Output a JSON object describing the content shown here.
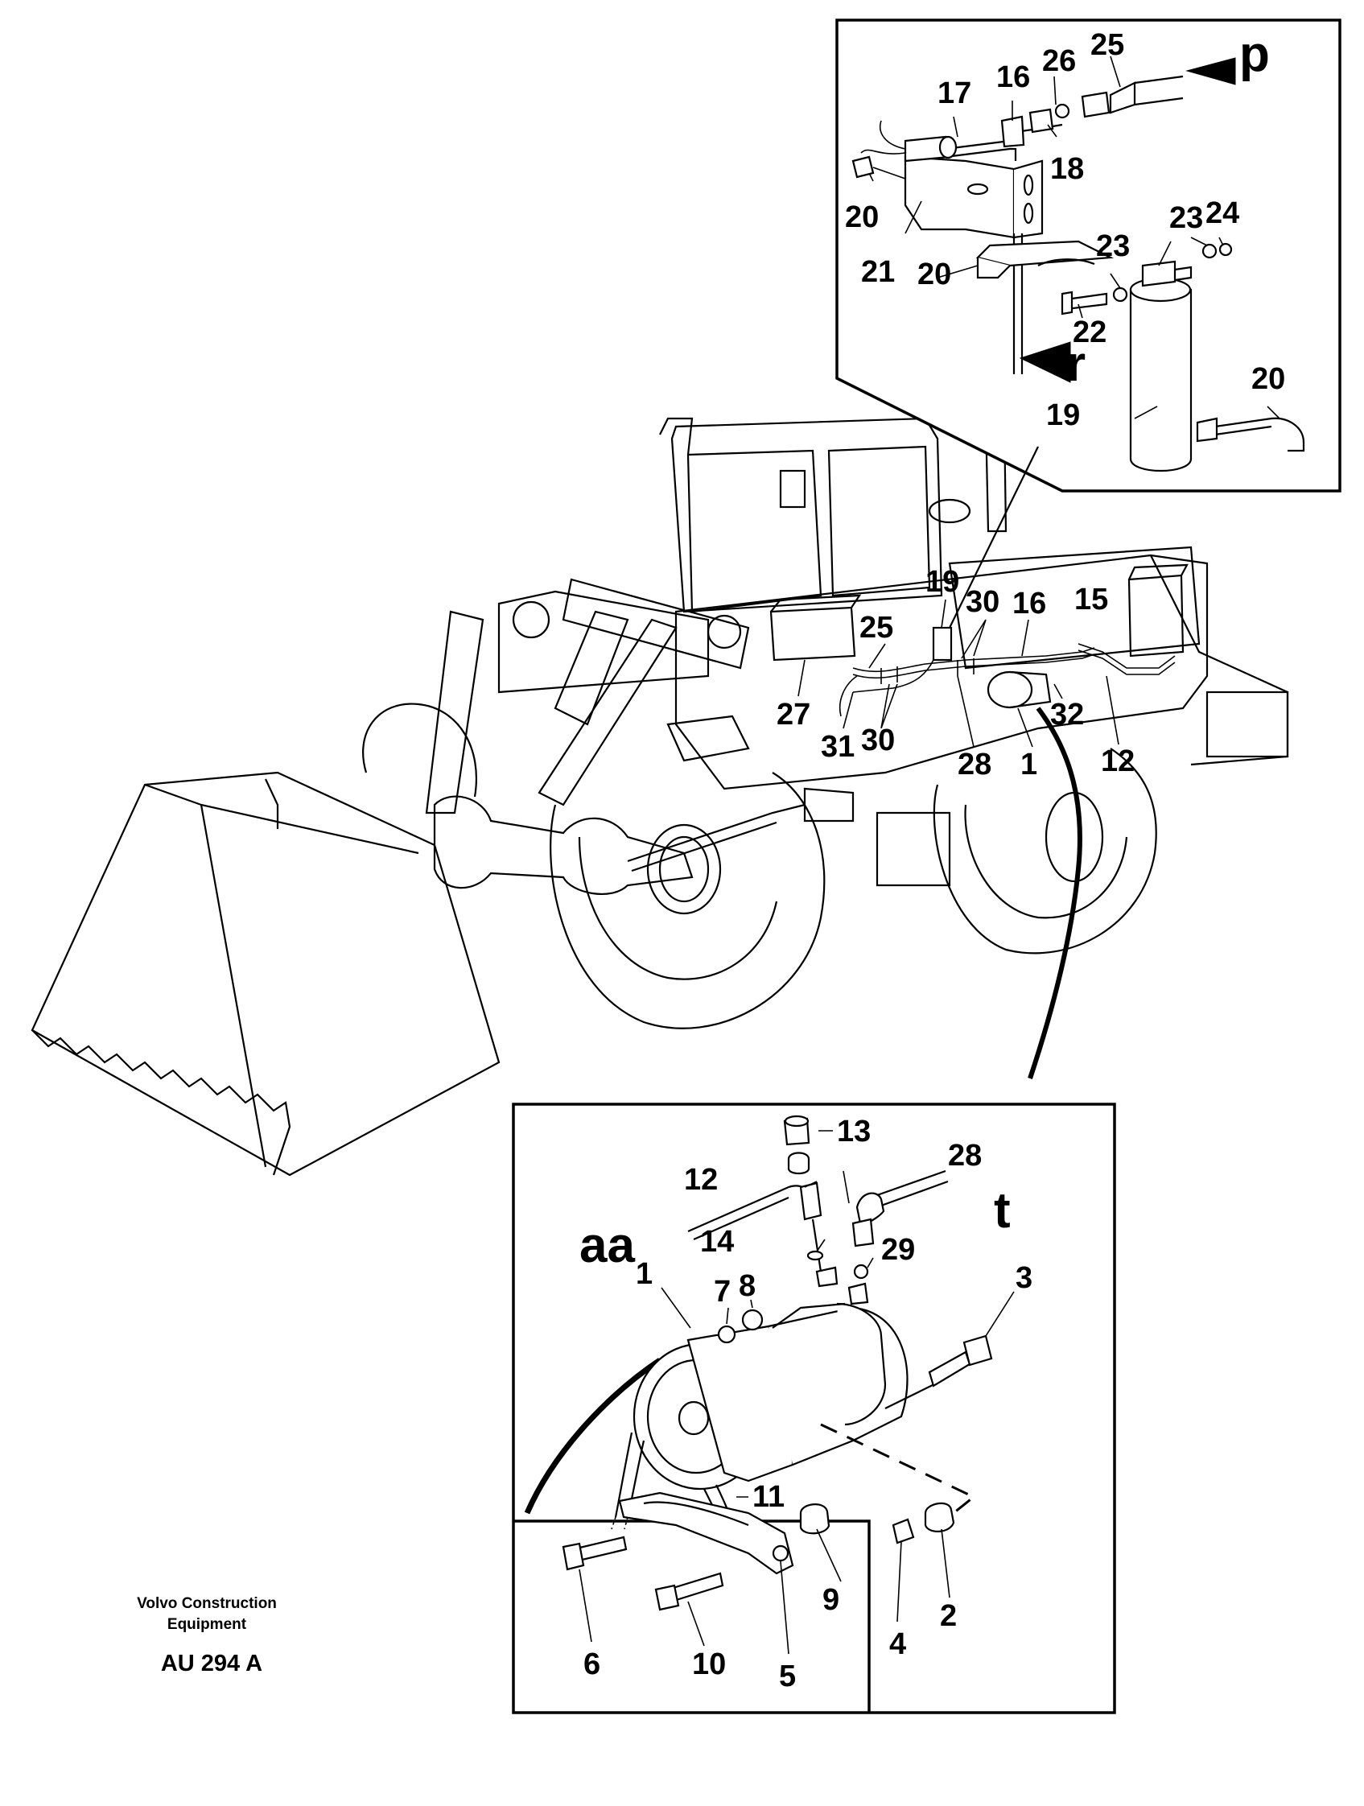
{
  "credit": {
    "line1": "Volvo Construction",
    "line2": "Equipment",
    "code": "AU 294 A"
  },
  "view_markers": {
    "p": "p",
    "r": "r",
    "aa": "aa",
    "t": "t"
  },
  "callouts": {
    "top_inset": [
      "25",
      "p",
      "26",
      "16",
      "17",
      "18",
      "20",
      "23",
      "24",
      "23",
      "21",
      "20",
      "22",
      "r",
      "20",
      "19"
    ],
    "machine": [
      "19",
      "30",
      "16",
      "15",
      "25",
      "27",
      "31",
      "30",
      "28",
      "1",
      "32",
      "12"
    ],
    "bottom_inset": [
      "13",
      "28",
      "12",
      "aa",
      "14",
      "t",
      "29",
      "1",
      "7",
      "8",
      "3",
      "11",
      "9",
      "2",
      "6",
      "10",
      "4",
      "5"
    ]
  }
}
